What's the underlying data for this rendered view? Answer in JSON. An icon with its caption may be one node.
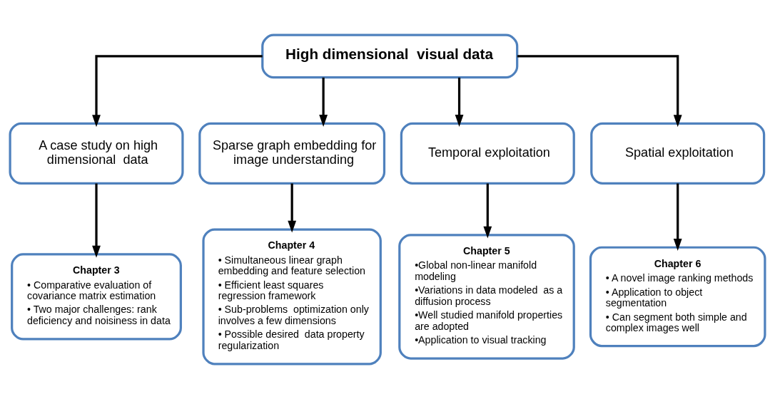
{
  "diagram": {
    "nodes": [
      {
        "text": [
          "High dimensional  visual data"
        ]
      },
      {
        "text": [
          "A case study on high dimensional  data"
        ]
      },
      {
        "text": [
          "Sparse graph embedding for image understanding"
        ]
      },
      {
        "text": [
          "Temporal exploitation"
        ]
      },
      {
        "text": [
          "Spatial exploitation"
        ]
      },
      {
        "text": [
          "Chapter 3",
          "• Comparative evaluation of covariance matrix estimation",
          "• Two major challenges: rank deficiency and noisiness in data"
        ]
      },
      {
        "text": [
          "Chapter 4",
          "• Simultaneous linear graph embedding and feature selection",
          "• Efficient least squares regression framework",
          "• Sub-problems  optimization only involves a few dimensions",
          "• Possible desired  data property regularization"
        ]
      },
      {
        "text": [
          "Chapter 5",
          "•Global non-linear manifold modeling",
          "•Variations in data modeled  as a diffusion process",
          "•Well studied manifold properties are adopted",
          "•Application to visual tracking"
        ]
      },
      {
        "text": [
          "Chapter 6",
          "• A novel image ranking methods",
          "• Application to object segmentation",
          "• Can segment both simple and complex images well"
        ]
      }
    ],
    "edges": [
      {
        "from": 0,
        "to": 1,
        "arrow": "to"
      },
      {
        "from": 0,
        "to": 2,
        "arrow": "to"
      },
      {
        "from": 0,
        "to": 3,
        "arrow": "to"
      },
      {
        "from": 0,
        "to": 4,
        "arrow": "to"
      },
      {
        "from": 1,
        "to": 5,
        "arrow": "to"
      },
      {
        "from": 2,
        "to": 6,
        "arrow": "to"
      },
      {
        "from": 3,
        "to": 7,
        "arrow": "to"
      },
      {
        "from": 4,
        "to": 8,
        "arrow": "to"
      }
    ]
  }
}
